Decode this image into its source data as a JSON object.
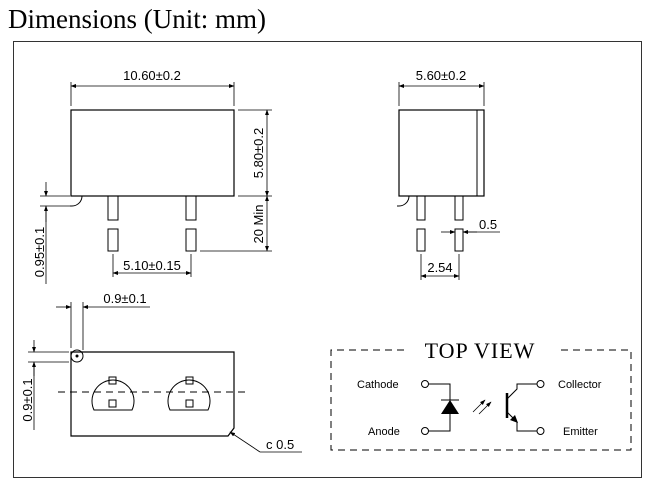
{
  "title": "Dimensions (Unit: mm)",
  "front_view": {
    "width": "10.60±0.2",
    "height": "5.80±0.2",
    "lead_length": "20 Min",
    "pitch": "5.10±0.15",
    "lead_thickness": "0.95±0.1"
  },
  "side_view": {
    "width": "5.60±0.2",
    "lead_width": "0.5",
    "pitch": "2.54"
  },
  "bottom_view": {
    "mark_x": "0.9±0.1",
    "mark_y": "0.9±0.1",
    "chamfer": "c 0.5"
  },
  "top_view": {
    "title": "TOP VIEW",
    "cathode": "Cathode",
    "anode": "Anode",
    "collector": "Collector",
    "emitter": "Emitter"
  }
}
